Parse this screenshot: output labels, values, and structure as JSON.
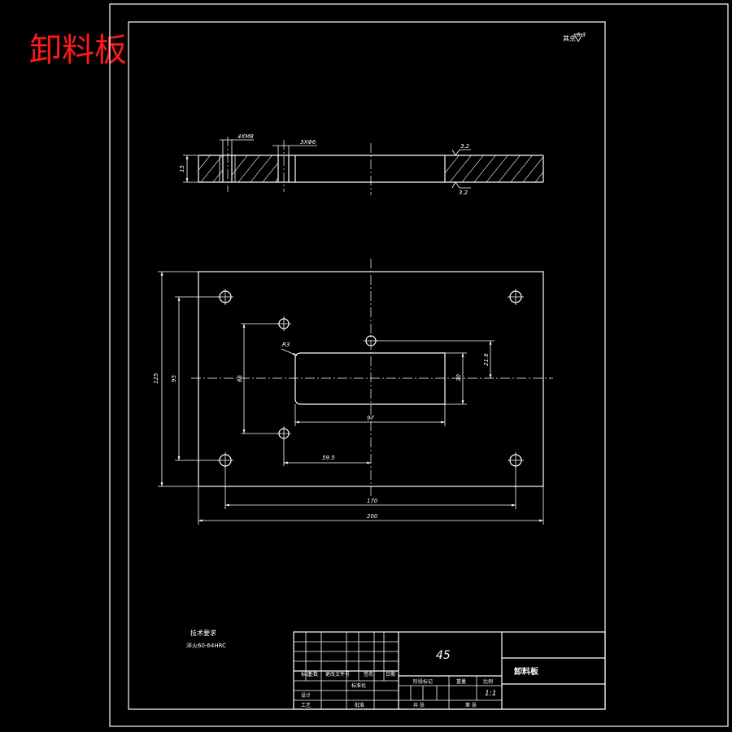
{
  "title": "卸料板",
  "surface_note": {
    "label": "其余",
    "roughness": "6.3"
  },
  "section_view": {
    "hole_note_left": "4XM8",
    "hole_note_right": "3XΦ6",
    "roughness_top": "3.2",
    "roughness_bottom": "3.2",
    "thickness": "15"
  },
  "plan_view": {
    "dim_height_overall": "125",
    "dim_height_holes": "95",
    "dim_height_pins": "86",
    "dim_radius": "R3",
    "dim_slot_height": "30",
    "dim_slot_offset": "21.8",
    "dim_slot_length": "97",
    "dim_pin_offset": "59.5",
    "dim_width_holes": "170",
    "dim_width_overall": "200"
  },
  "tech_requirements": {
    "heading": "技术要求",
    "line1": "淬火60-64HRC"
  },
  "title_block": {
    "material": "45",
    "part_name": "卸料板",
    "scale": "1:1",
    "h_mark": "标记",
    "h_count": "处数",
    "h_zone": "更改文件号",
    "h_sign": "签名",
    "h_date": "日期",
    "h_stage": "阶段标记",
    "h_weight": "重量",
    "h_ratio": "比例",
    "h_design": "设计",
    "h_standard": "标准化",
    "h_process": "工艺",
    "h_approve": "批准",
    "h_sheets": "共 张",
    "h_sheet_no": "第 张"
  }
}
